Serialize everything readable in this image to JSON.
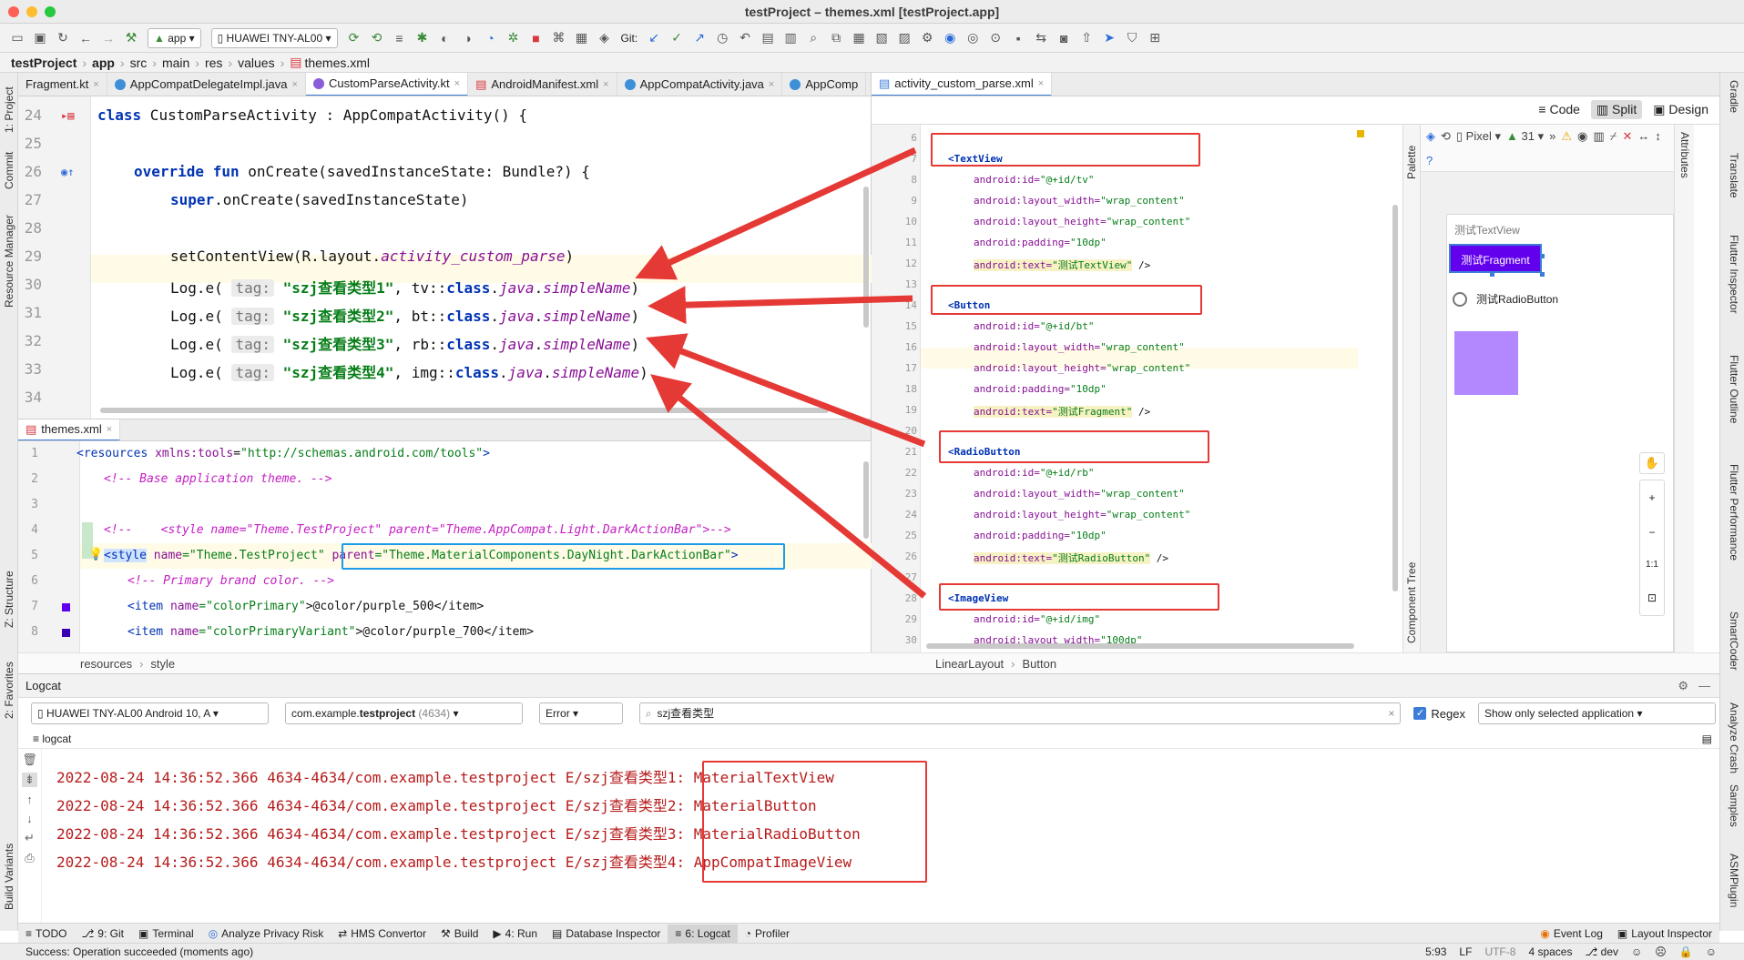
{
  "window": {
    "title": "testProject – themes.xml [testProject.app]"
  },
  "toolbar": {
    "run_config": "app",
    "device": "HUAWEI TNY-AL00",
    "git_label": "Git:"
  },
  "breadcrumb": [
    "testProject",
    "app",
    "src",
    "main",
    "res",
    "values",
    "themes.xml"
  ],
  "left_tool_windows": [
    "1: Project",
    "Commit",
    "Resource Manager",
    "Z: Structure",
    "2: Favorites",
    "Build Variants"
  ],
  "right_tool_windows": [
    "Gradle",
    "Translate",
    "Flutter Inspector",
    "Flutter Outline",
    "Flutter Performance",
    "SmartCoder",
    "Analyze Crash",
    "Samples",
    "ASMPlugin"
  ],
  "top_editor": {
    "tabs": [
      "Fragment.kt",
      "AppCompatDelegateImpl.java",
      "CustomParseActivity.kt",
      "AndroidManifest.xml",
      "AppCompatActivity.java",
      "AppComp"
    ],
    "line_numbers": [
      "24",
      "25",
      "26",
      "27",
      "28",
      "29",
      "30",
      "31",
      "32",
      "33",
      "34"
    ],
    "code": {
      "l24_kw": "class",
      "l24_rest": " CustomParseActivity : AppCompatActivity() {",
      "l26_kw": "override fun",
      "l26_rest": " onCreate(savedInstanceState: Bundle?) {",
      "l27_kw": "super",
      "l27_rest": ".onCreate(savedInstanceState)",
      "l29_a": "setContentView(R.layout.",
      "l29_b": "activity_custom_parse",
      "l29_c": ")",
      "log_prefix": "Log.e(",
      "tag_hint": "tag:",
      "log_tags": [
        "\"szj查看类型1\"",
        "\"szj查看类型2\"",
        "\"szj查看类型3\"",
        "\"szj查看类型4\""
      ],
      "log_vars": [
        ", tv::",
        ", bt::",
        ", rb::",
        ", img::"
      ],
      "log_class": "class",
      "log_java": "java",
      "log_simple": "simpleName",
      "log_end": ")",
      "dot": "."
    }
  },
  "bottom_editor": {
    "tab": "themes.xml",
    "line_numbers": [
      "1",
      "2",
      "3",
      "4",
      "5",
      "6",
      "7",
      "8"
    ],
    "code": {
      "l1_a": "<resources ",
      "l1_b": "xmlns:tools",
      "l1_c": "=",
      "l1_d": "\"http://schemas.android.com/tools\"",
      "l1_e": ">",
      "l2": "<!-- Base application theme. -->",
      "l4": "<!--    <style name=\"Theme.TestProject\" parent=\"Theme.AppCompat.Light.DarkActionBar\">-->",
      "l5_a": "<style",
      "l5_b": " name",
      "l5_c": "=\"Theme.TestProject\"",
      "l5_d": " parent",
      "l5_e": "=\"Theme.MaterialComponents.DayNight.DarkActionBar\"",
      "l5_f": ">",
      "l6": "<!-- Primary brand color. -->",
      "l7_a": "<item ",
      "l7_b": "name",
      "l7_c": "=\"colorPrimary\"",
      "l7_d": ">@color/purple_500</item>",
      "l8_a": "<item ",
      "l8_b": "name",
      "l8_c": "=\"colorPrimaryVariant\"",
      "l8_d": ">@color/purple_700</item>"
    },
    "crumbs": [
      "resources",
      "style"
    ]
  },
  "layout_editor": {
    "tab": "activity_custom_parse.xml",
    "modes": [
      "Code",
      "Split",
      "Design"
    ],
    "device": "Pixel",
    "api": "31",
    "palette_label": "Palette",
    "component_tree_label": "Component Tree",
    "attributes_label": "Attributes",
    "line_numbers": [
      "6",
      "7",
      "8",
      "9",
      "10",
      "11",
      "12",
      "13",
      "14",
      "15",
      "16",
      "17",
      "18",
      "19",
      "20",
      "21",
      "22",
      "23",
      "24",
      "25",
      "26",
      "27",
      "28",
      "29",
      "30"
    ],
    "xml": {
      "textview_tag": "<TextView",
      "button_tag": "<Button",
      "radio_tag": "<RadioButton",
      "image_tag": "<ImageView",
      "id_attr": "android:id=",
      "lw_attr": "android:layout_width=",
      "lh_attr": "android:layout_height=",
      "pad_attr": "android:padding=",
      "text_attr": "android:text=",
      "wrap": "\"wrap_content\"",
      "pad_val": "\"10dp\"",
      "close": " />",
      "tv_id": "\"@+id/tv\"",
      "tv_text": "\"测试TextView\"",
      "bt_id": "\"@+id/bt\"",
      "bt_text": "\"测试Fragment\"",
      "rb_id": "\"@+id/rb\"",
      "rb_text": "\"测试RadioButton\"",
      "img_id": "\"@+id/img\"",
      "img_lw": "android:layout width=",
      "img_w": "\"100dp\""
    },
    "preview": {
      "textview": "测试TextView",
      "button": "测试Fragment",
      "radio": "测试RadioButton"
    },
    "crumbs": [
      "LinearLayout",
      "Button"
    ]
  },
  "logcat": {
    "title": "Logcat",
    "device": "HUAWEI TNY-AL00 Android 10, A",
    "process_a": "com.example.",
    "process_b": "testproject",
    "process_c": " (4634)",
    "level": "Error",
    "search": "szj查看类型",
    "regex": "Regex",
    "filter": "Show only selected application",
    "subtab": "logcat",
    "lines": [
      {
        "prefix": "2022-08-24 14:36:52.366 4634-4634/com.example.testproject E/szj查看类型1:",
        "value": "MaterialTextView"
      },
      {
        "prefix": "2022-08-24 14:36:52.366 4634-4634/com.example.testproject E/szj查看类型2:",
        "value": "MaterialButton"
      },
      {
        "prefix": "2022-08-24 14:36:52.366 4634-4634/com.example.testproject E/szj查看类型3:",
        "value": "MaterialRadioButton"
      },
      {
        "prefix": "2022-08-24 14:36:52.366 4634-4634/com.example.testproject E/szj查看类型4:",
        "value": "AppCompatImageView"
      }
    ]
  },
  "bottom_tools": [
    "TODO",
    "9: Git",
    "Terminal",
    "Analyze Privacy Risk",
    "HMS Convertor",
    "Build",
    "4: Run",
    "Database Inspector",
    "6: Logcat",
    "Profiler"
  ],
  "bottom_tools_right": [
    "Event Log",
    "Layout Inspector"
  ],
  "status": {
    "message": "Success: Operation succeeded (moments ago)",
    "position": "5:93",
    "line_sep": "LF",
    "encoding": "UTF-8",
    "indent": "4 spaces",
    "branch": "dev"
  },
  "colors": {
    "accent": "#3d7dd8",
    "annotation": "#e53935",
    "error_text": "#b71c1c",
    "button_purple": "#6200ee",
    "image_purple": "#b388ff"
  }
}
